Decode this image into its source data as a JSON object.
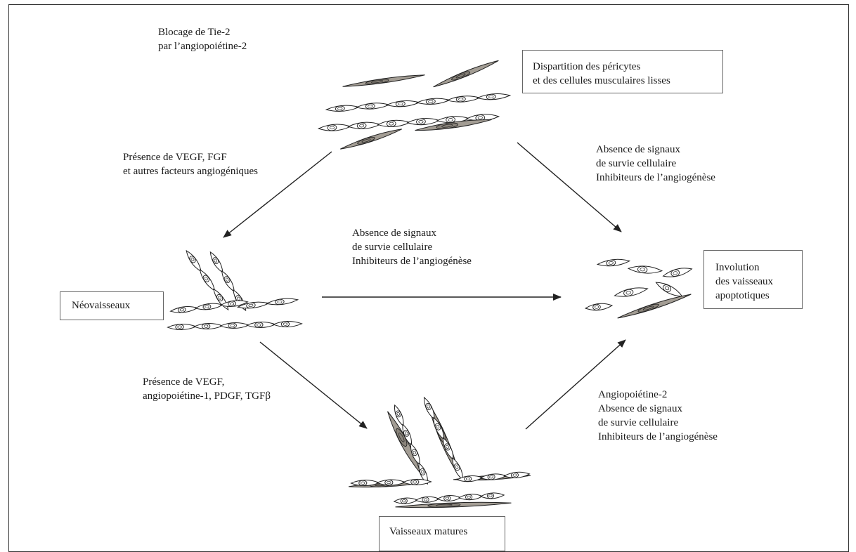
{
  "labels": {
    "tie2_block": [
      "Blocage de Tie-2",
      "par l’angiopoiétine-2"
    ],
    "pericyte_loss": [
      "Dispartition des péricytes",
      "et des cellules musculaires lisses"
    ],
    "vegf_fgf": [
      "Présence de VEGF, FGF",
      "et autres facteurs angiogéniques"
    ],
    "no_survival_top": [
      "Absence de signaux",
      "de survie cellulaire",
      "Inhibiteurs de l’angiogénèse"
    ],
    "no_survival_middle": [
      "Absence de signaux",
      "de survie cellulaire",
      "Inhibiteurs de l’angiogénèse"
    ],
    "neovessels": "Néovaisseaux",
    "involution": [
      "Involution",
      "des vaisseaux",
      "apoptotiques"
    ],
    "vegf_ang1": [
      "Présence de VEGF,",
      "angiopoiétine-1, PDGF, TGFβ"
    ],
    "ang2_bottom": [
      "Angiopoiétine-2",
      "Absence de signaux",
      "de survie cellulaire",
      "Inhibiteurs de l’angiogénèse"
    ],
    "mature_vessels": "Vaisseaux matures"
  },
  "colors": {
    "cell_fill_light": "#ffffff",
    "cell_fill_gray": "#a39d94",
    "stroke": "#222222"
  }
}
